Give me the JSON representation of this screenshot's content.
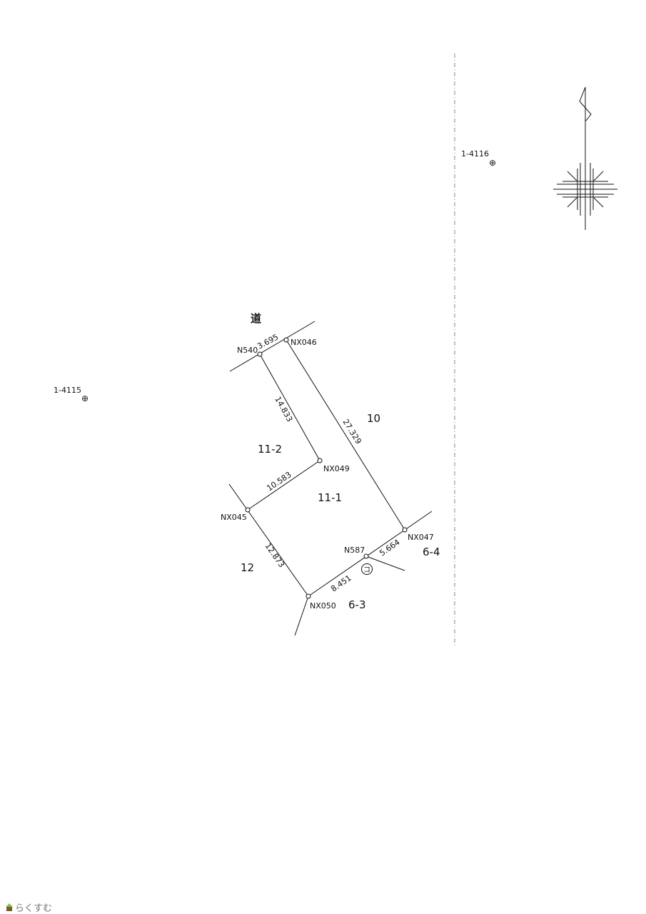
{
  "road_label": "道",
  "benchmarks": [
    {
      "id": "1-4116",
      "symbol": "⊕"
    },
    {
      "id": "1-4115",
      "symbol": "⊕"
    }
  ],
  "points": {
    "n540": "N540",
    "nx046": "NX046",
    "nx049": "NX049",
    "nx045": "NX045",
    "nx047": "NX047",
    "n587": "N587",
    "nx050": "NX050"
  },
  "distances": {
    "n540_nx046": "3.695",
    "n540_nx049": "14.833",
    "nx046_nx047": "27.329",
    "nx045_nx049": "10.583",
    "nx045_nx050": "12.873",
    "nx050_n587": "8.451",
    "n587_nx047": "5.664"
  },
  "parcels": {
    "p10": "10",
    "p11_2": "11-2",
    "p11_1": "11-1",
    "p12": "12",
    "p6_4": "6-4",
    "p6_3": "6-3"
  },
  "marker_label": "コ",
  "logo_text": "らくすむ",
  "colors": {
    "line": "#111111",
    "logo_green": "#8cbf3f",
    "logo_brown": "#7a5a3a"
  }
}
